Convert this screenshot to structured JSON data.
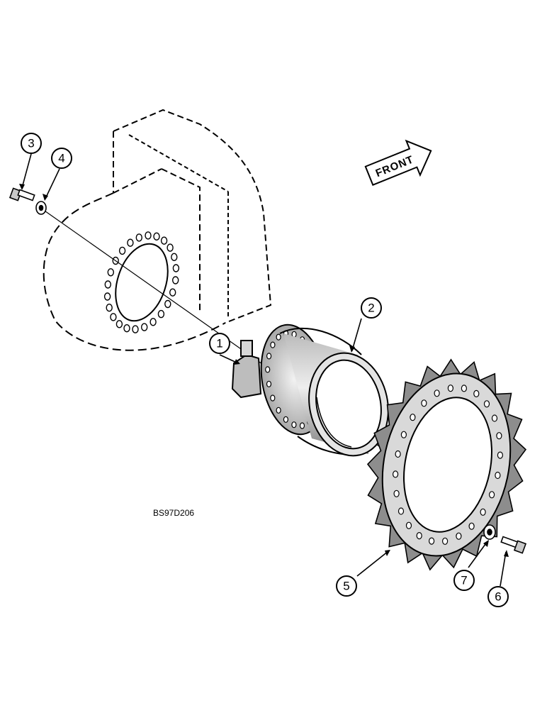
{
  "diagram": {
    "reference_code": "BS97D206",
    "front_label": "FRONT",
    "callouts": [
      "1",
      "2",
      "3",
      "4",
      "5",
      "6",
      "7"
    ]
  }
}
